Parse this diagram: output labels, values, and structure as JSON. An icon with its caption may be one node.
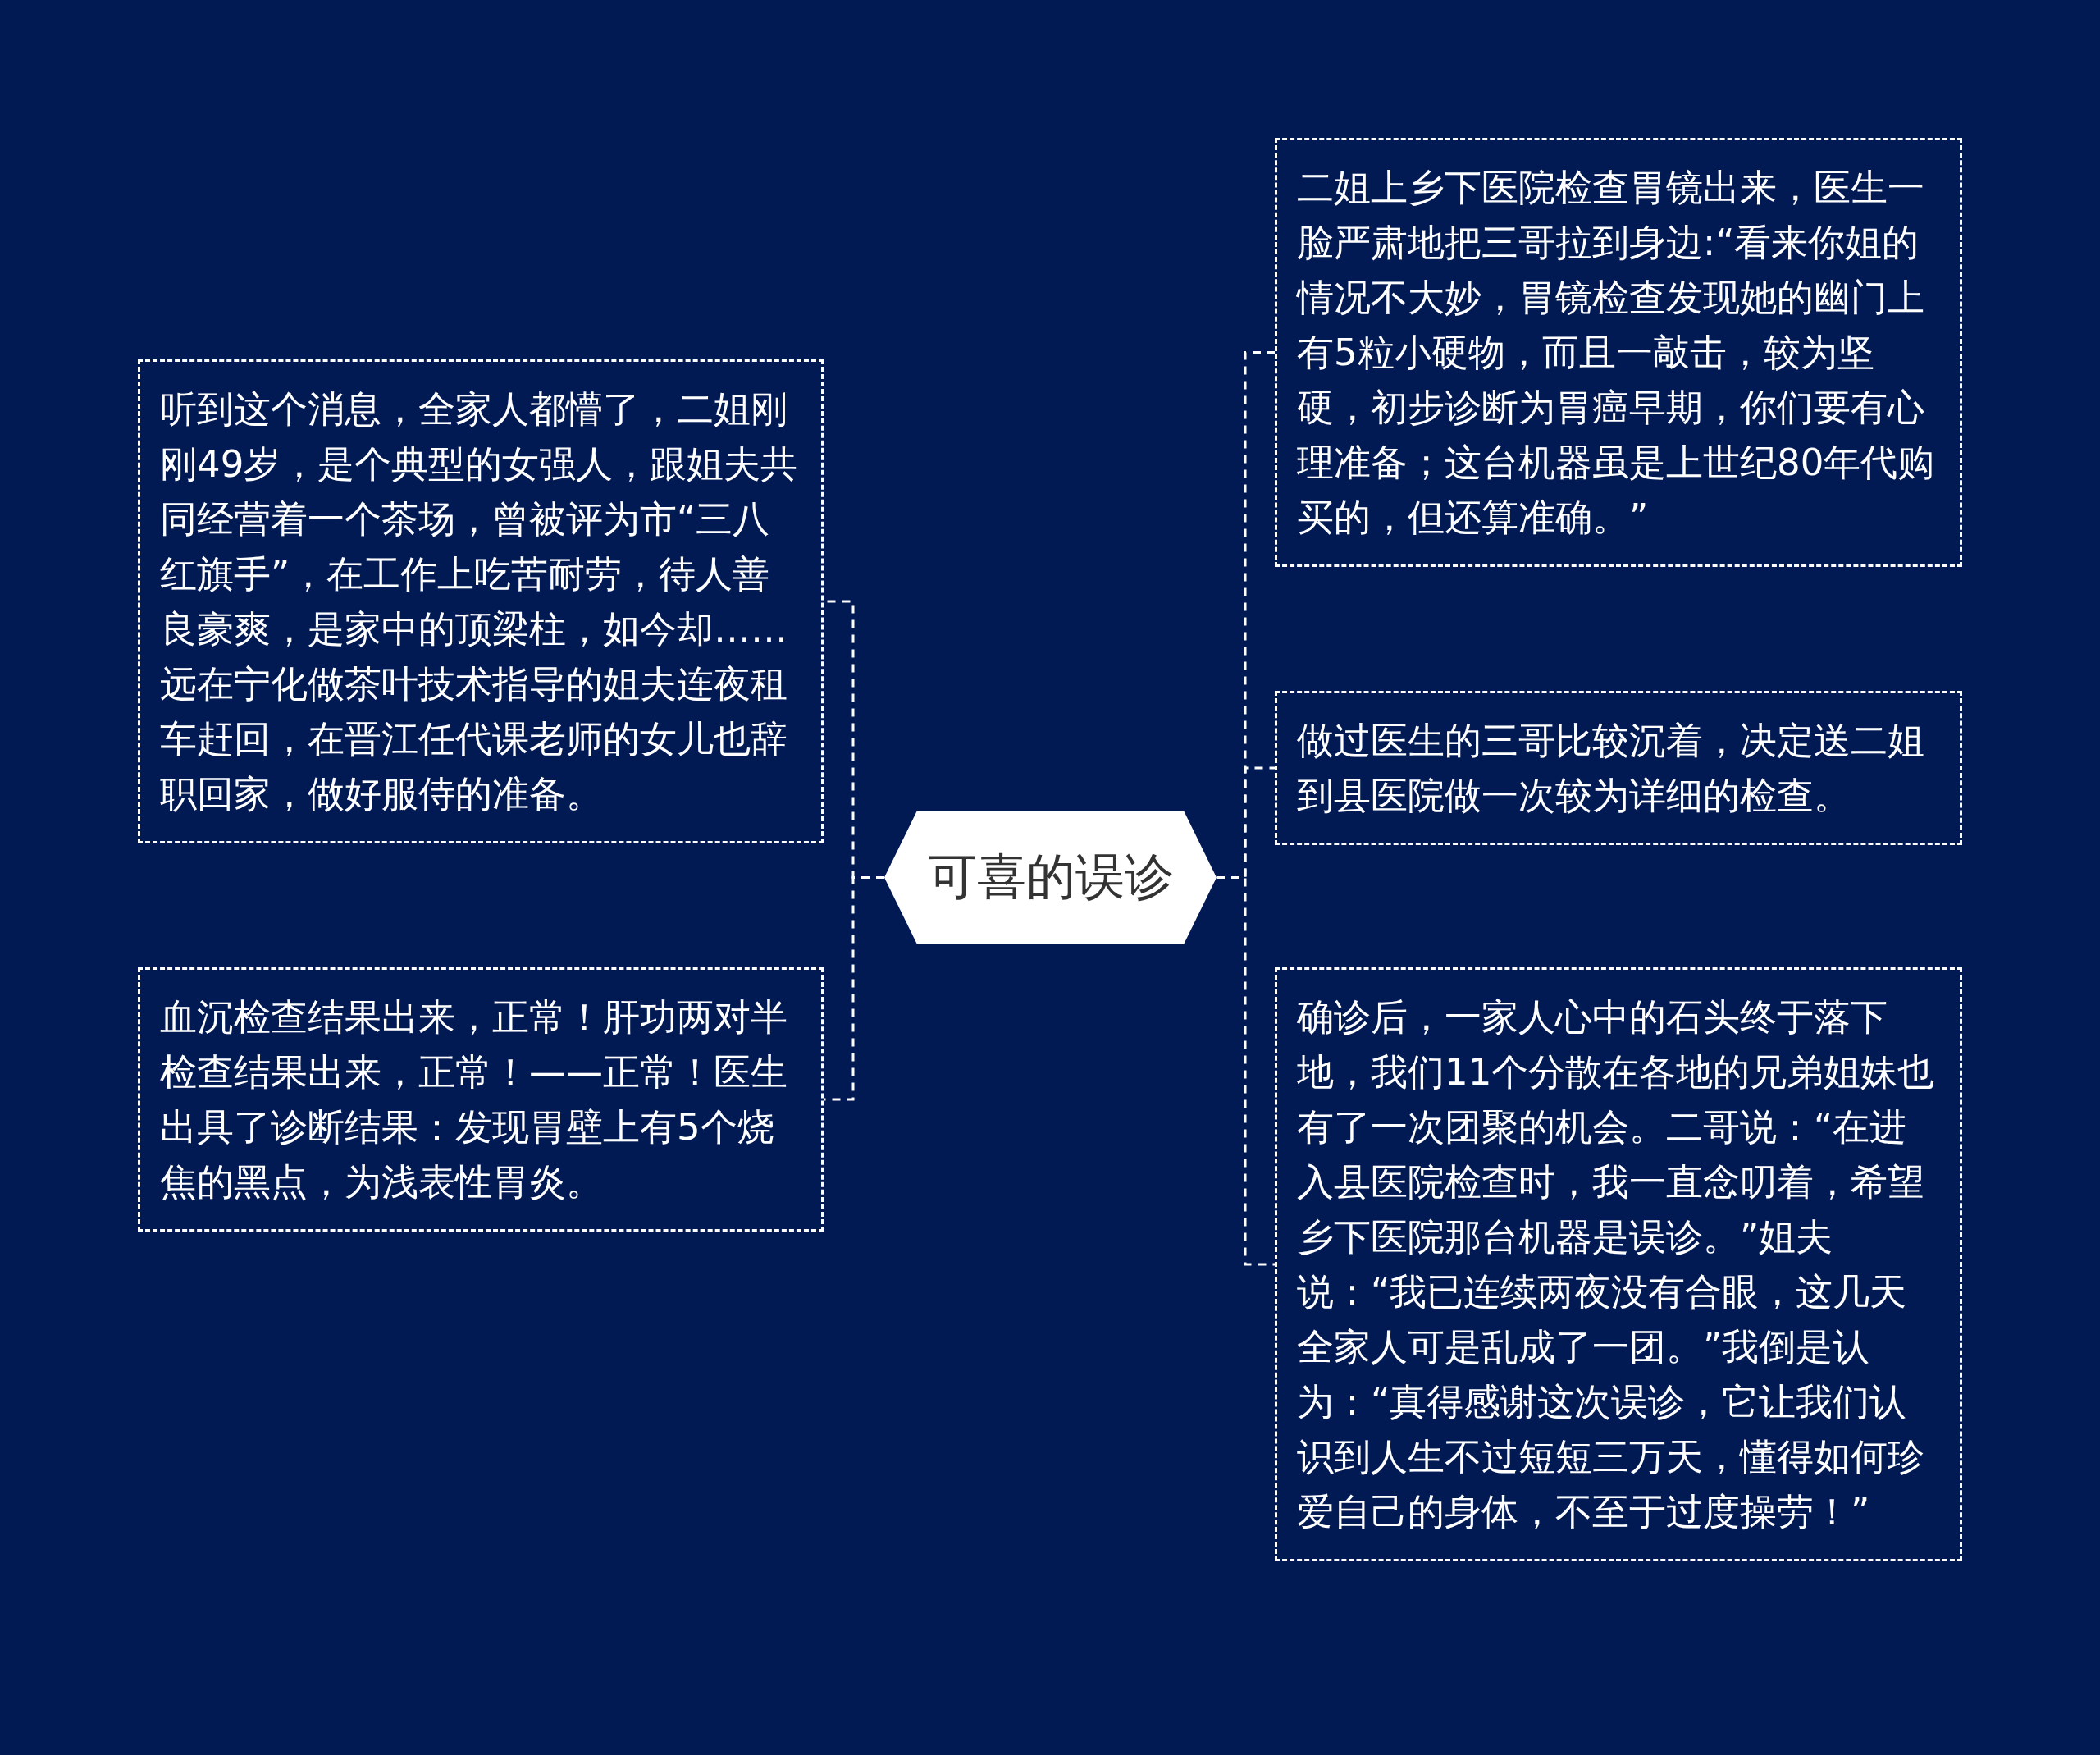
{
  "diagram": {
    "nodes": [
      {
        "text": [
          "可喜的误诊"
        ]
      },
      {
        "text": [
          "听到这个消息，全家人都懵了，二姐刚刚49岁，是个典型的女强人，跟姐夫共同经营着一个茶场，曾被评为市“三八红旗手”，在工作上吃苦耐劳，待人善良豪爽，是家中的顶梁柱，如今却……远在宁化做茶叶技术指导的姐夫连夜租车赶回，在晋江任代课老师的女儿也辞职回家，做好服侍的准备。"
        ]
      },
      {
        "text": [
          "血沉检查结果出来，正常！肝功两对半检查结果出来，正常！——正常！医生出具了诊断结果：发现胃壁上有5个烧焦的黑点，为浅表性胃炎。"
        ]
      },
      {
        "text": [
          "二姐上乡下医院检查胃镜出来，医生一脸严肃地把三哥拉到身边:“看来你姐的情况不大妙，胃镜检查发现她的幽门上有5粒小硬物，而且一敲击，较为坚硬，初步诊断为胃癌早期，你们要有心理准备；这台机器虽是上世纪80年代购买的，但还算准确。”"
        ]
      },
      {
        "text": [
          "做过医生的三哥比较沉着，决定送二姐到县医院做一次较为详细的检查。"
        ]
      },
      {
        "text": [
          "确诊后，一家人心中的石头终于落下地，我们11个分散在各地的兄弟姐妹也有了一次团聚的机会。二哥说：“在进入县医院检查时，我一直念叨着，希望乡下医院那台机器是误诊。”姐夫说：“我已连续两夜没有合眼，这几天全家人可是乱成了一团。”我倒是认为：“真得感谢这次误诊，它让我们认识到人生不过短短三万天，懂得如何珍爱自己的身体，不至于过度操劳！”"
        ]
      }
    ],
    "edges": [
      {
        "from": 0,
        "to": 1,
        "arrow": "none",
        "style": "dashed"
      },
      {
        "from": 0,
        "to": 2,
        "arrow": "none",
        "style": "dashed"
      },
      {
        "from": 0,
        "to": 3,
        "arrow": "none",
        "style": "dashed"
      },
      {
        "from": 0,
        "to": 4,
        "arrow": "none",
        "style": "dashed"
      },
      {
        "from": 0,
        "to": 5,
        "arrow": "none",
        "style": "dashed"
      }
    ]
  }
}
